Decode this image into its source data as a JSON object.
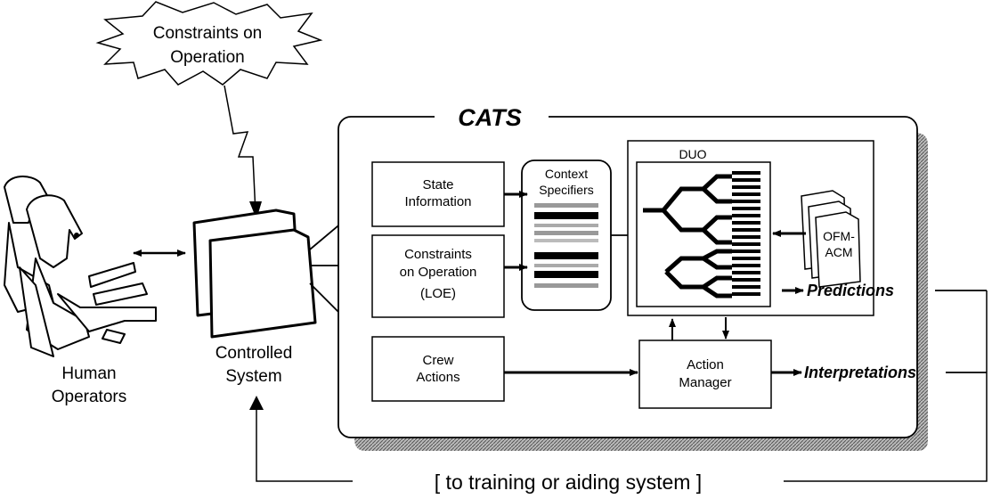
{
  "constraints_burst": {
    "line1": "Constraints on",
    "line2": "Operation"
  },
  "cats_title": "CATS",
  "human_operators": {
    "line1": "Human",
    "line2": "Operators"
  },
  "controlled_system": {
    "line1": "Controlled",
    "line2": "System"
  },
  "state_information": {
    "line1": "State",
    "line2": "Information"
  },
  "constraints_loe": {
    "line1": "Constraints",
    "line2": "on Operation",
    "line3": "(LOE)"
  },
  "crew_actions": {
    "line1": "Crew",
    "line2": "Actions"
  },
  "context_specifiers": {
    "line1": "Context",
    "line2": "Specifiers"
  },
  "duo": "DUO",
  "ofm_acm": {
    "line1": "OFM-",
    "line2": "ACM"
  },
  "action_manager": {
    "line1": "Action",
    "line2": "Manager"
  },
  "predictions": "Predictions",
  "interpretations": "Interpretations",
  "feedback": "[ to training or aiding system ]"
}
